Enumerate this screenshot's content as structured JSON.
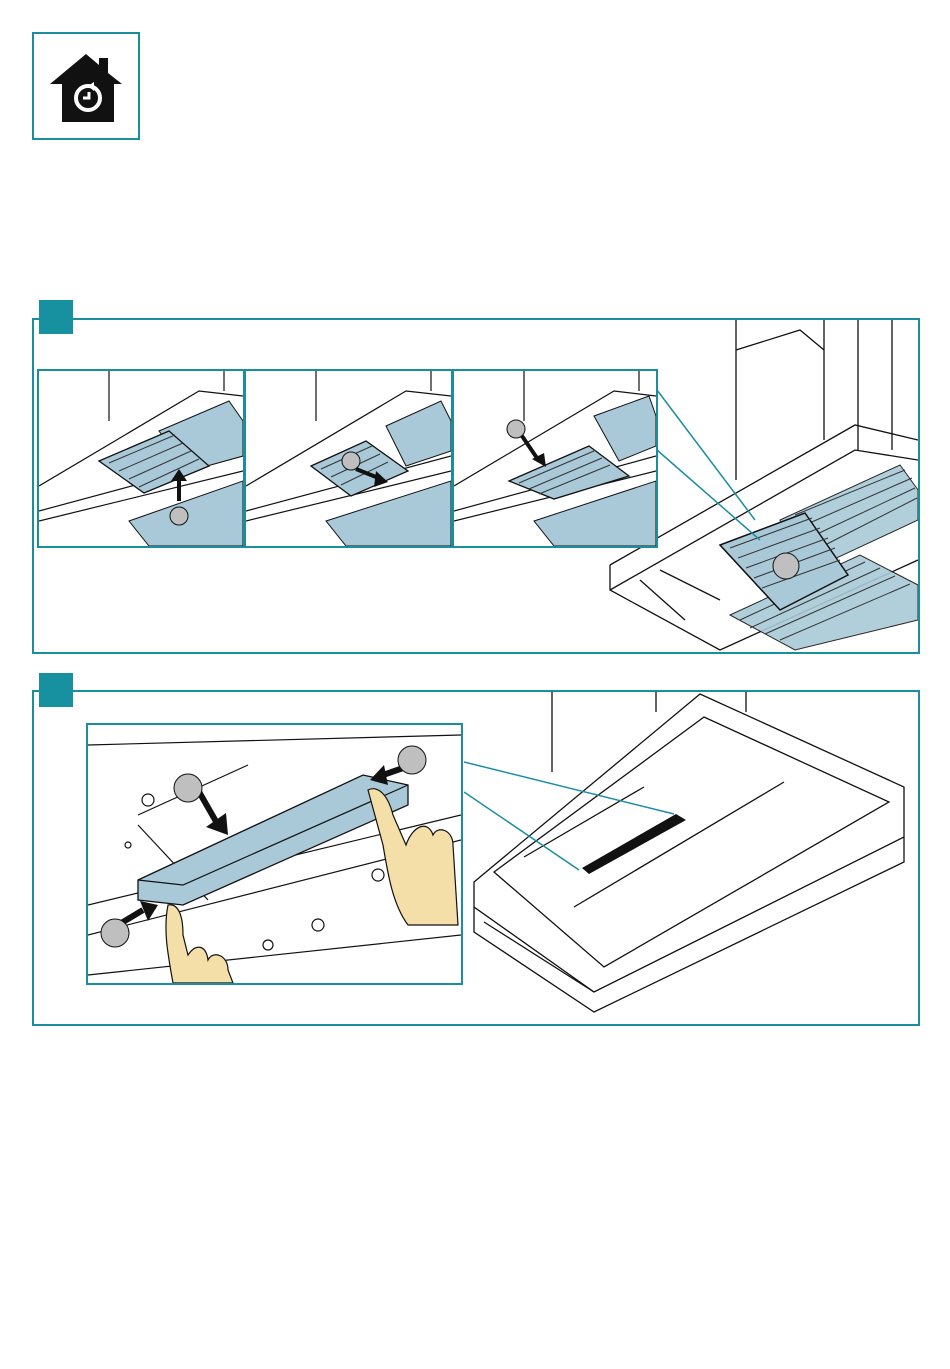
{
  "page": {
    "header_icon": "home-service-icon"
  },
  "steps": [
    {
      "id": "step-1",
      "insets": [
        {
          "id": "inset-1",
          "callouts": [
            "",
            ""
          ]
        },
        {
          "id": "inset-2",
          "callouts": [
            ""
          ]
        },
        {
          "id": "inset-3",
          "callouts": [
            ""
          ]
        }
      ],
      "main_callouts": [
        ""
      ]
    },
    {
      "id": "step-2",
      "callouts": [
        "",
        "",
        ""
      ]
    }
  ],
  "colors": {
    "accent": "#1a8e9e",
    "tag": "#17909f",
    "filter": "#a9c9d8",
    "skin": "#f5dfa8",
    "callout": "#bfbfbf"
  }
}
